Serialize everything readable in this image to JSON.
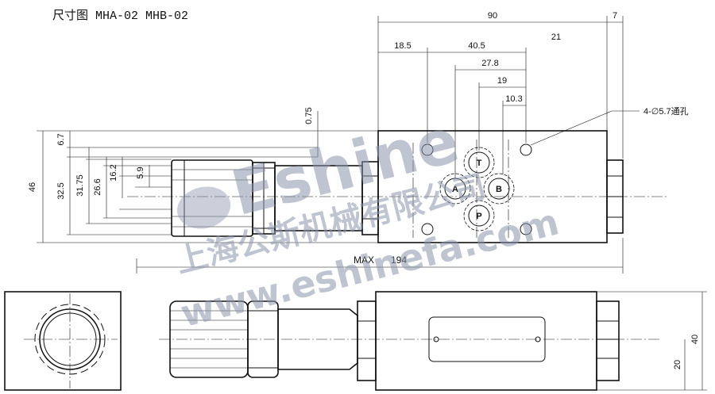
{
  "title": "尺寸图 MHA-02 MHB-02",
  "dimensions": {
    "d90": "90",
    "d7": "7",
    "d21": "21",
    "d18_5": "18.5",
    "d40_5": "40.5",
    "d27_8": "27.8",
    "d19": "19",
    "d10_3": "10.3",
    "d0_75": "0.75",
    "d6_7": "6.7",
    "d46": "46",
    "d32_5": "32.5",
    "d31_75": "31.75",
    "d26_6": "26.6",
    "d16_2": "16.2",
    "d5_9": "5.9",
    "max_label": "MAX",
    "d194": "194",
    "d40": "40",
    "d20": "20"
  },
  "hole_note": "4-∅5.7通孔",
  "ports": {
    "a": "A",
    "b": "B",
    "t": "T",
    "p": "P"
  },
  "watermark": {
    "brand": "Eshine",
    "company": "上海公斯机械有限公司",
    "url": "www.eshinefa.com"
  }
}
